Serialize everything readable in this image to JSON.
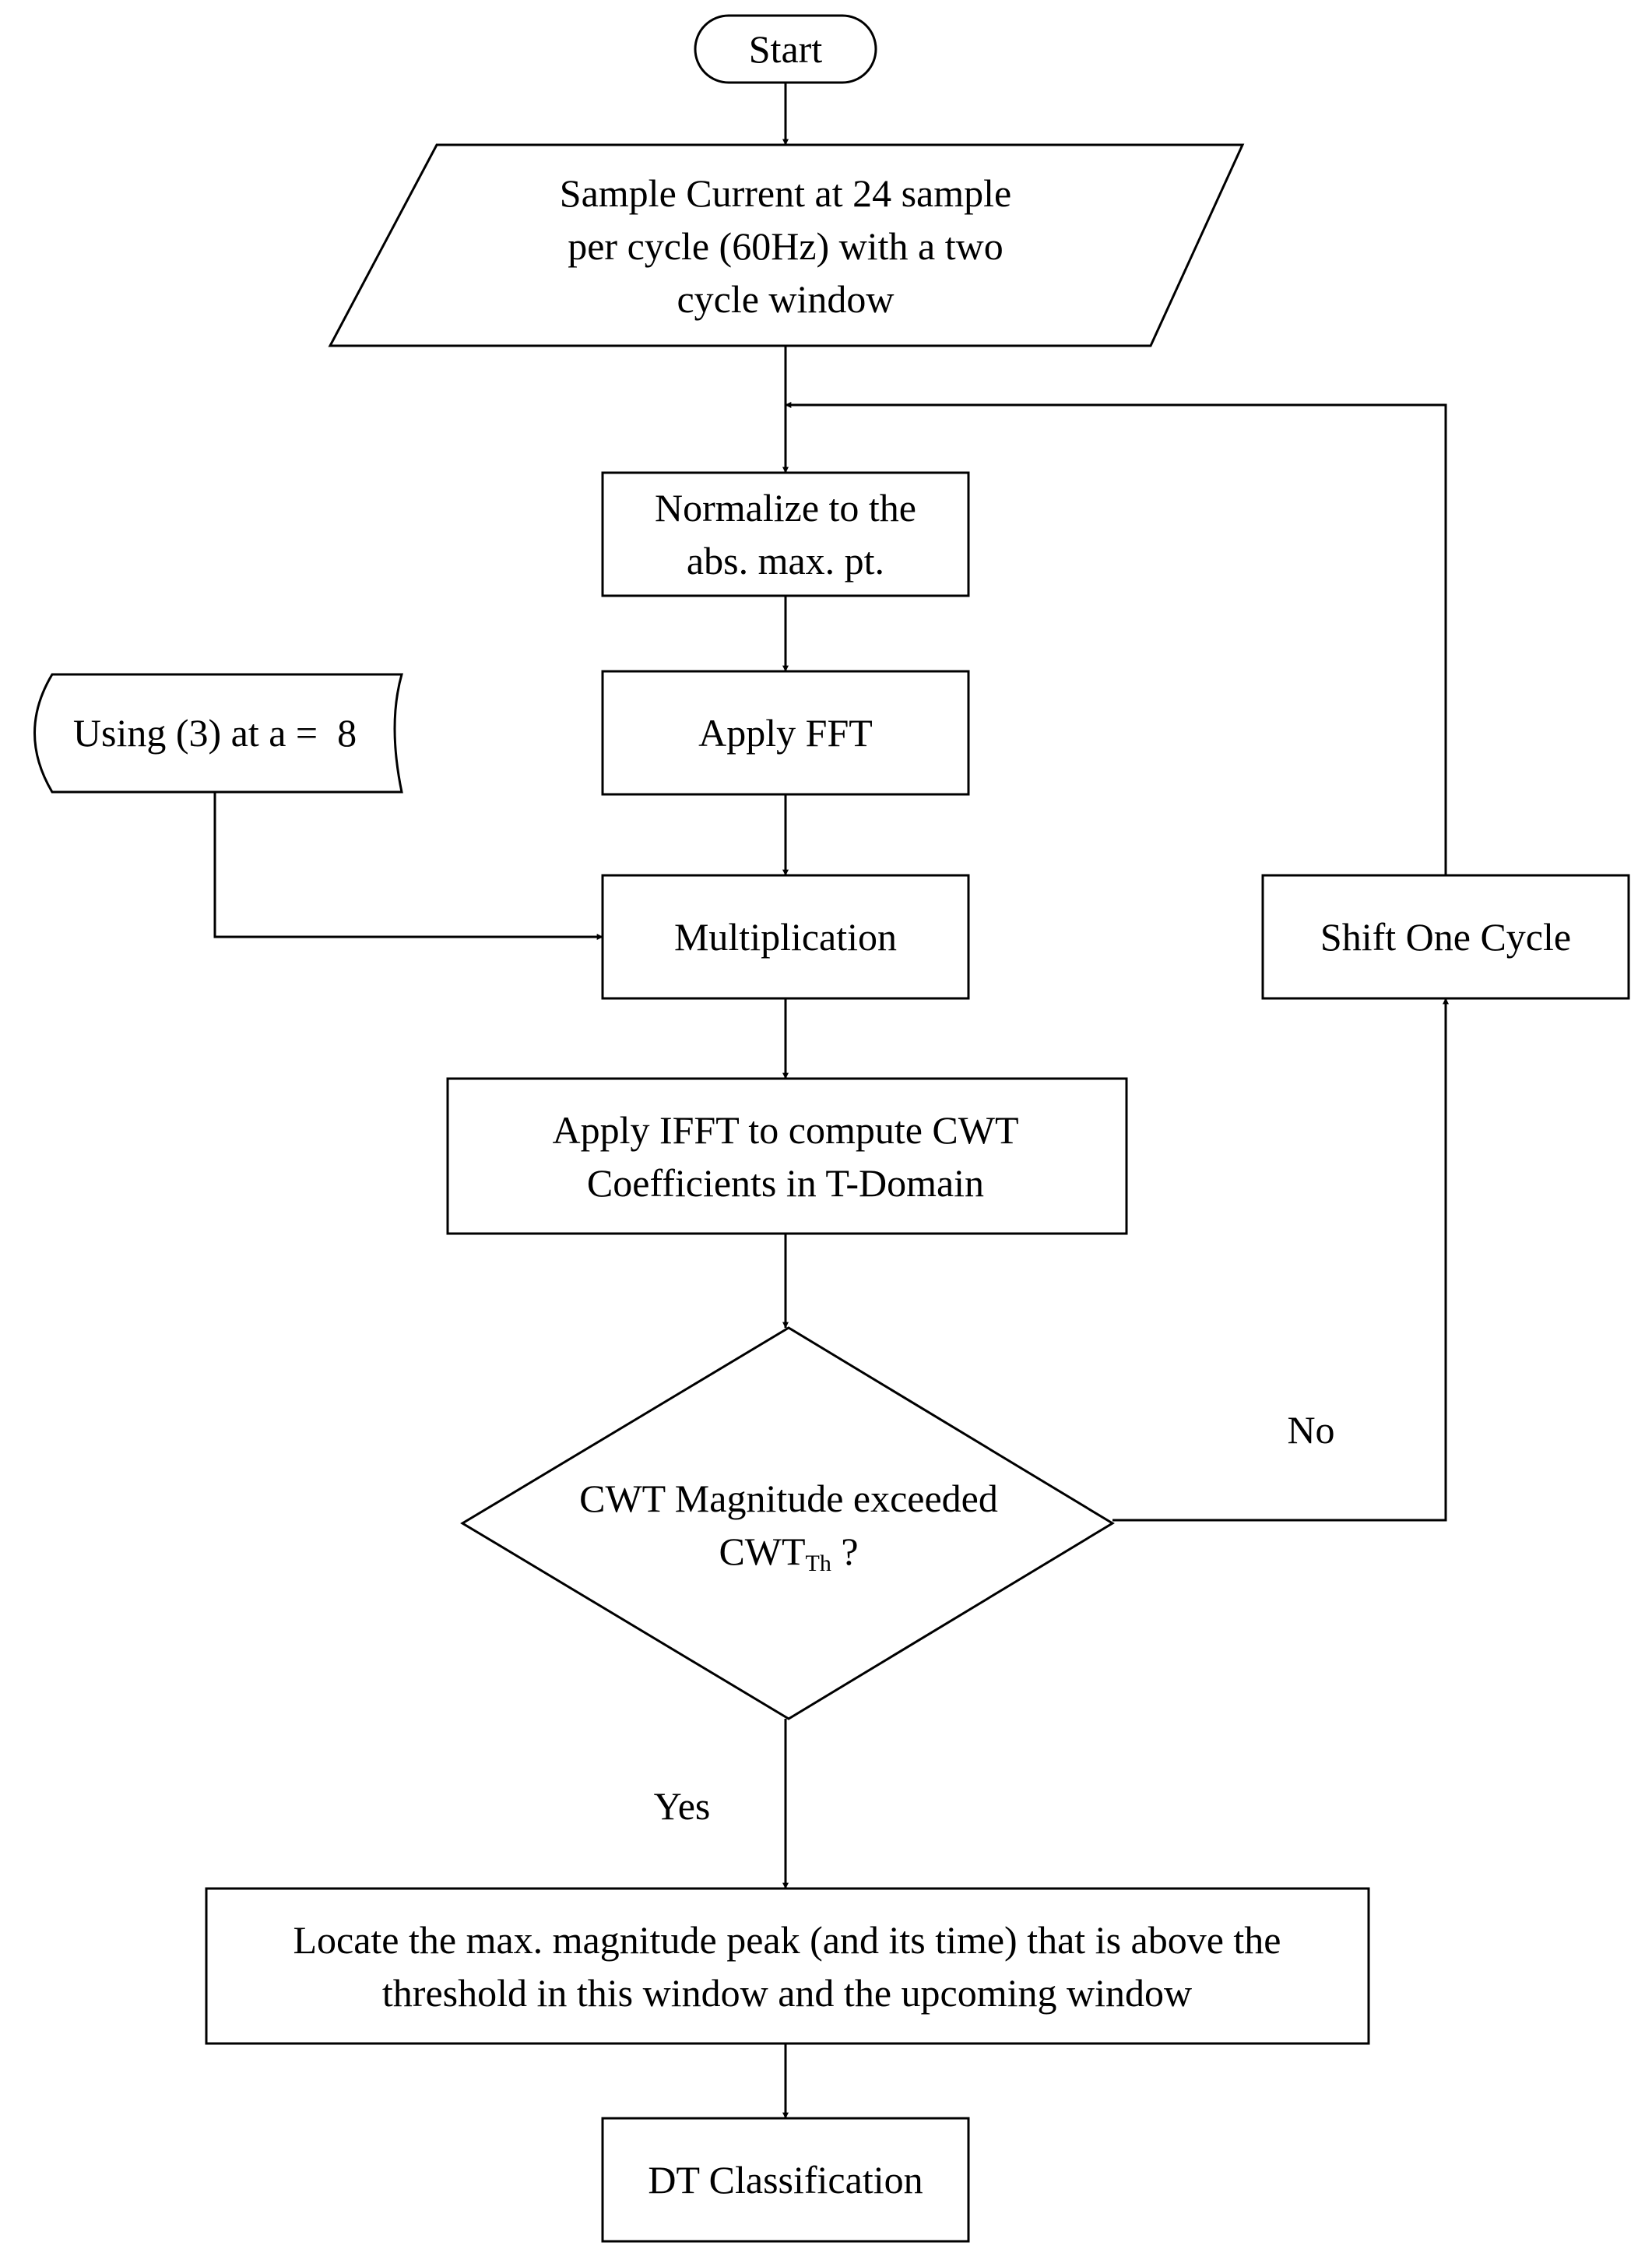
{
  "flowchart": {
    "start": "Start",
    "sample": [
      "Sample Current at 24 sample",
      "per cycle (60Hz) with a two",
      "cycle window"
    ],
    "normalize": [
      "Normalize to the",
      "abs. max. pt."
    ],
    "fft": "Apply FFT",
    "using": "Using (3) at a =  8",
    "multiplication": "Multiplication",
    "ifft": [
      "Apply IFFT to compute CWT",
      "Coefficients in T-Domain"
    ],
    "decision": {
      "line1": "CWT Magnitude exceeded",
      "line2_main": "CWT",
      "line2_sub": "Th",
      "line2_end": " ?"
    },
    "no_label": "No",
    "yes_label": "Yes",
    "shift": "Shift One Cycle",
    "locate": [
      "Locate the max. magnitude peak (and its time) that is above the",
      "threshold in this window and the upcoming window"
    ],
    "classify": "DT Classification"
  }
}
